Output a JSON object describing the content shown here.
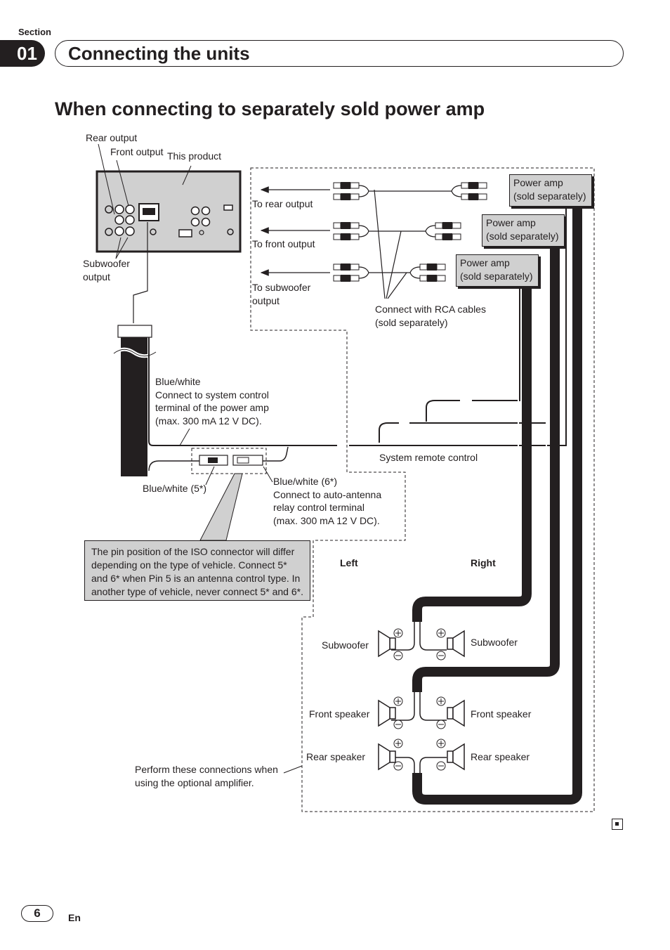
{
  "header": {
    "section_word": "Section",
    "section_number": "01",
    "title": "Connecting the units"
  },
  "page_title": "When connecting to separately sold power amp",
  "diagram": {
    "rear_output": "Rear output",
    "front_output": "Front output",
    "this_product": "This product",
    "subwoofer_output_1": "Subwoofer",
    "subwoofer_output_2": "output",
    "to_rear_output": "To rear output",
    "to_front_output": "To front output",
    "to_subwoofer_output_1": "To subwoofer",
    "to_subwoofer_output_2": "output",
    "power_amp_1": "Power amp",
    "power_amp_2": "(sold separately)",
    "rca_1": "Connect with RCA cables",
    "rca_2": "(sold separately)",
    "blue_white": "Blue/white",
    "system_control_1": "Connect to system control",
    "system_control_2": "terminal of the power amp",
    "system_control_3": "(max. 300 mA 12 V DC).",
    "system_remote_control": "System remote control",
    "blue_white_5": "Blue/white (5*)",
    "blue_white_6": "Blue/white (6*)",
    "antenna_1": "Connect to auto-antenna",
    "antenna_2": "relay control terminal",
    "antenna_3": "(max. 300 mA 12 V DC).",
    "note_text": "The pin position of the ISO connector will differ depending on the type of vehicle. Connect 5* and 6* when Pin 5 is an antenna control type. In another type of vehicle, never connect 5* and 6*.",
    "left": "Left",
    "right": "Right",
    "subwoofer": "Subwoofer",
    "front_speaker": "Front speaker",
    "rear_speaker": "Rear speaker",
    "optional_1": "Perform these connections when",
    "optional_2": "using the optional amplifier."
  },
  "footer": {
    "page_number": "6",
    "language": "En"
  }
}
